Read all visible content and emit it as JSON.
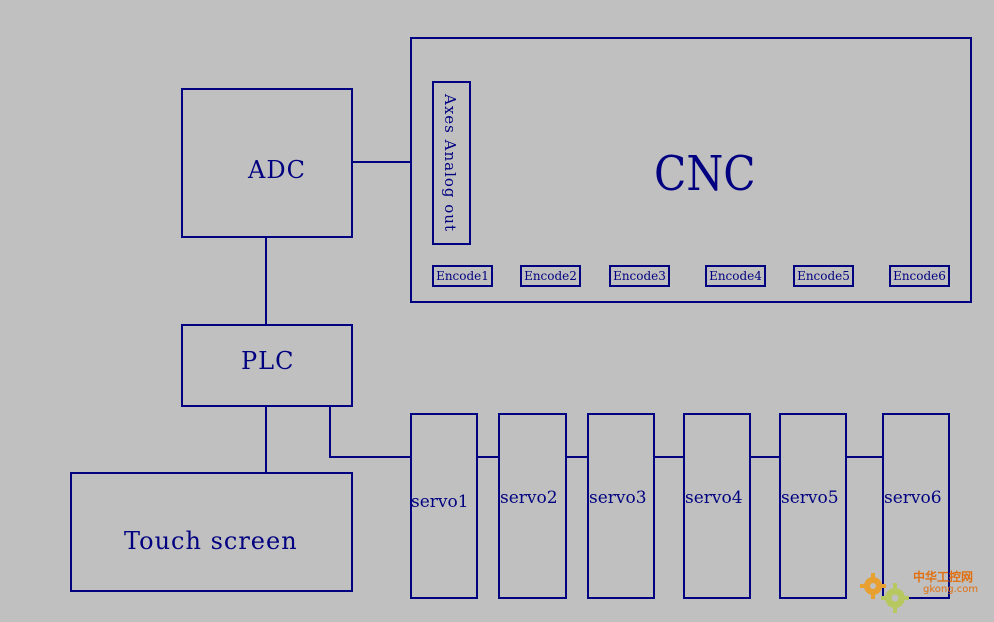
{
  "blocks": {
    "adc": "ADC",
    "plc": "PLC",
    "touch_screen": "Touch screen",
    "cnc": "CNC",
    "axes_analog_out": "Axes Analog out"
  },
  "encoders": [
    "Encode1",
    "Encode2",
    "Encode3",
    "Encode4",
    "Encode5",
    "Encode6"
  ],
  "servos": [
    "servo1",
    "servo2",
    "servo3",
    "servo4",
    "servo5",
    "servo6"
  ],
  "watermark": {
    "cn": "中华工控网",
    "en": "gkong.com"
  },
  "colors": {
    "line": "#000080",
    "background": "#c0c0c0",
    "watermark": "#e07010"
  }
}
